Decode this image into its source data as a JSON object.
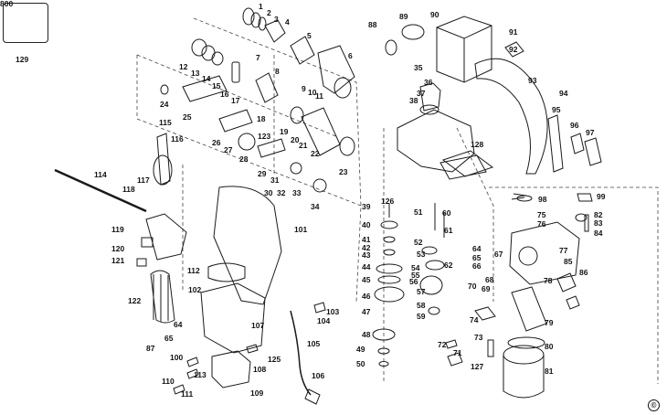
{
  "diagram": {
    "labels": [
      "1",
      "2",
      "3",
      "4",
      "5",
      "6",
      "7",
      "8",
      "9",
      "10",
      "11",
      "12",
      "13",
      "14",
      "15",
      "16",
      "17",
      "18",
      "19",
      "20",
      "21",
      "22",
      "23",
      "24",
      "25",
      "26",
      "27",
      "28",
      "29",
      "30",
      "31",
      "32",
      "33",
      "34",
      "35",
      "36",
      "37",
      "38",
      "39",
      "40",
      "41",
      "42",
      "43",
      "44",
      "45",
      "46",
      "47",
      "48",
      "49",
      "50",
      "51",
      "52",
      "53",
      "54",
      "55",
      "56",
      "57",
      "58",
      "59",
      "60",
      "61",
      "62",
      "64",
      "64",
      "65",
      "65",
      "66",
      "67",
      "68",
      "69",
      "70",
      "71",
      "72",
      "73",
      "74",
      "75",
      "76",
      "77",
      "78",
      "79",
      "80",
      "81",
      "82",
      "83",
      "84",
      "85",
      "86",
      "87",
      "88",
      "89",
      "90",
      "91",
      "92",
      "93",
      "94",
      "95",
      "96",
      "97",
      "98",
      "99",
      "100",
      "101",
      "102",
      "103",
      "104",
      "105",
      "106",
      "107",
      "108",
      "109",
      "110",
      "111",
      "112",
      "113",
      "114",
      "115",
      "116",
      "117",
      "118",
      "119",
      "120",
      "121",
      "122",
      "123",
      "125",
      "126",
      "127",
      "128",
      "129",
      "800"
    ],
    "copyright": "©"
  },
  "colors": {
    "line": "#1a1a1a",
    "fill": "#ffffff",
    "dash": "#333333"
  }
}
